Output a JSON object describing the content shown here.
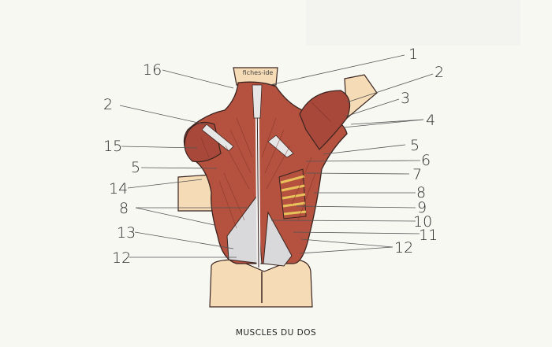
{
  "watermark": "fiches-ide",
  "caption": "MUSCLES DU DOS",
  "colors": {
    "muscle": "#b5523f",
    "muscle_dark": "#8a3526",
    "skin": "#f6dcb6",
    "fascia": "#d9d9dc",
    "rib": "#e8c25a",
    "outline": "#3a2420"
  },
  "labels": {
    "l1": "1",
    "l2a": "2",
    "l3": "3",
    "l4": "4",
    "l5a": "5",
    "l6": "6",
    "l7": "7",
    "l8a": "8",
    "l9": "9",
    "l10": "10",
    "l11": "11",
    "l12a": "12",
    "l16": "16",
    "l2b": "2",
    "l15": "15",
    "l5b": "5",
    "l14": "14",
    "l8b": "8",
    "l13": "13",
    "l12b": "12"
  }
}
